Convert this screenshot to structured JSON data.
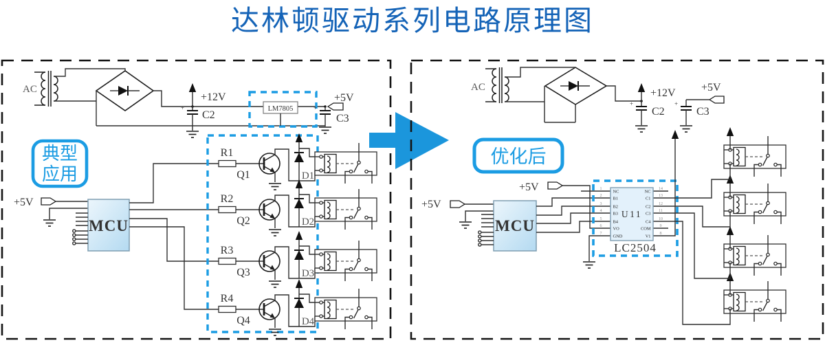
{
  "title": "达林顿驱动系列电路原理图",
  "plus": "+",
  "colors": {
    "accent": "#1b9ce3",
    "arrow_blue": "#1b96dc",
    "title_blue": "#1463b7"
  },
  "left": {
    "tag_top": "典型",
    "tag_bottom": "应用",
    "ac": "AC",
    "plus12": "+12V",
    "c2": "C2",
    "regulator": "LM7805",
    "plus5_out": "+5V",
    "c3": "C3",
    "mcu": "MCU",
    "mcu_plus5": "+5V",
    "stages": [
      {
        "r": "R1",
        "q": "Q1",
        "d": "D1"
      },
      {
        "r": "R2",
        "q": "Q2",
        "d": "D2"
      },
      {
        "r": "R3",
        "q": "Q3",
        "d": "D3"
      },
      {
        "r": "R4",
        "q": "Q4",
        "d": "D4"
      }
    ]
  },
  "right": {
    "tag": "优化后",
    "ac": "AC",
    "plus12": "+12V",
    "c2": "C2",
    "plus5_cap": "+5V",
    "c3": "C3",
    "mcu": "MCU",
    "mcu_plus5": "+5V",
    "chip_plus5": "+5V",
    "chip": {
      "ref": "U11",
      "part": "LC2504",
      "left_pins": [
        {
          "n": "1",
          "name": "NC"
        },
        {
          "n": "2",
          "name": "B1"
        },
        {
          "n": "3",
          "name": "B2"
        },
        {
          "n": "4",
          "name": "B3"
        },
        {
          "n": "5",
          "name": "B4"
        },
        {
          "n": "6",
          "name": "VO"
        },
        {
          "n": "7",
          "name": "GND"
        }
      ],
      "right_pins": [
        {
          "n": "14",
          "name": "NC"
        },
        {
          "n": "13",
          "name": "C1"
        },
        {
          "n": "12",
          "name": "C2"
        },
        {
          "n": "11",
          "name": "C3"
        },
        {
          "n": "10",
          "name": "C4"
        },
        {
          "n": "9",
          "name": "COM"
        },
        {
          "n": "8",
          "name": "V1"
        }
      ]
    }
  }
}
